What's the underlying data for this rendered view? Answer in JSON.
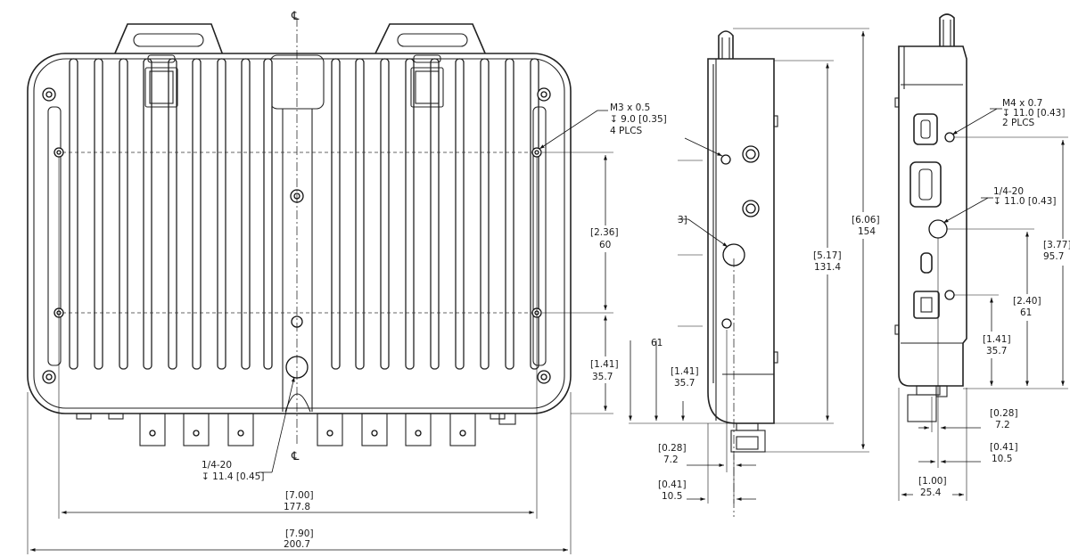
{
  "centerline_symbol": "℄",
  "front_view": {
    "callout_m3": {
      "line1": "M3 x 0.5",
      "line2": "↧ 9.0 [0.35]",
      "line3": "4 PLCS"
    },
    "dim_vertical_60": {
      "inch": "[2.36]",
      "mm": "60"
    },
    "dim_vertical_35_7": {
      "inch": "[1.41]",
      "mm": "35.7"
    },
    "callout_bottom": {
      "line1": "1/4-20",
      "line2": "↧ 11.4 [0.45]"
    },
    "dim_width_177_8": {
      "inch": "[7.00]",
      "mm": "177.8"
    },
    "dim_width_200_7": {
      "inch": "[7.90]",
      "mm": "200.7"
    }
  },
  "side_view": {
    "callout_partial": "3]",
    "dim_61": "61",
    "dim_35_7": {
      "inch": "[1.41]",
      "mm": "35.7"
    },
    "dim_131_4": {
      "inch": "[5.17]",
      "mm": "131.4"
    },
    "dim_154": {
      "inch": "[6.06]",
      "mm": "154"
    },
    "dim_7_2": {
      "inch": "[0.28]",
      "mm": "7.2"
    },
    "dim_10_5": {
      "inch": "[0.41]",
      "mm": "10.5"
    }
  },
  "end_view": {
    "callout_m4": {
      "line1": "M4 x 0.7",
      "line2": "↧ 11.0 [0.43]",
      "line3": "2 PLCS"
    },
    "callout_quarter": {
      "line1": "1/4-20",
      "line2": "↧ 11.0 [0.43]"
    },
    "dim_95_7": {
      "inch": "[3.77]",
      "mm": "95.7"
    },
    "dim_61": {
      "inch": "[2.40]",
      "mm": "61"
    },
    "dim_35_7": {
      "inch": "[1.41]",
      "mm": "35.7"
    },
    "dim_7_2": {
      "inch": "[0.28]",
      "mm": "7.2"
    },
    "dim_10_5": {
      "inch": "[0.41]",
      "mm": "10.5"
    },
    "dim_25_4": {
      "inch": "[1.00]",
      "mm": "25.4"
    }
  }
}
